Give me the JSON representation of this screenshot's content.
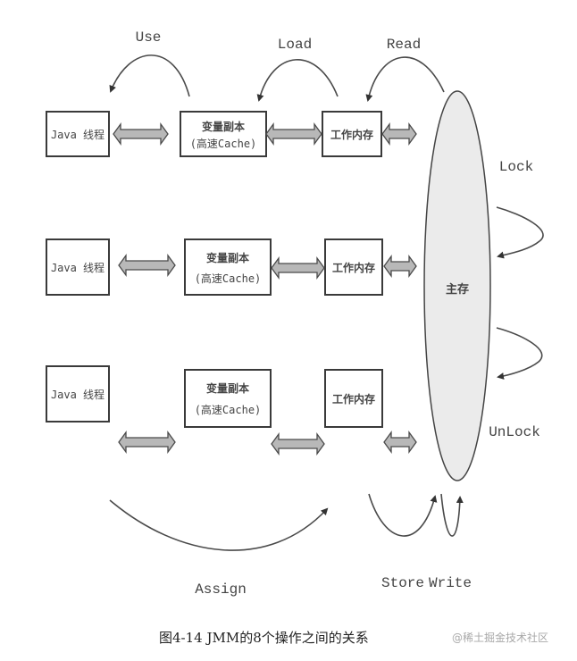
{
  "diagram": {
    "threads": [
      {
        "java_thread": {
          "line1": "Java 线程"
        },
        "var_copy": {
          "line1": "变量副本",
          "line2": "(高速Cache)"
        },
        "working_memory": {
          "line1": "工作内存"
        }
      },
      {
        "java_thread": {
          "line1": "Java 线程"
        },
        "var_copy": {
          "line1": "变量副本",
          "line2": "(高速Cache)"
        },
        "working_memory": {
          "line1": "工作内存"
        }
      },
      {
        "java_thread": {
          "line1": "Java 线程"
        },
        "var_copy": {
          "line1": "变量副本",
          "line2": "(高速Cache)"
        },
        "working_memory": {
          "line1": "工作内存"
        }
      }
    ],
    "main_memory": {
      "label": "主存"
    },
    "operations": {
      "use": "Use",
      "load": "Load",
      "read": "Read",
      "lock": "Lock",
      "unlock": "UnLock",
      "assign": "Assign",
      "store": "Store",
      "write": "Write"
    },
    "colors": {
      "main_memory_fill": "#ebebeb",
      "arrow_fill": "#b8b8b8",
      "stroke": "#3a3a3a"
    }
  },
  "caption": {
    "figure": "图4-14   JMM的8个操作之间的关系",
    "watermark": "@稀土掘金技术社区"
  }
}
